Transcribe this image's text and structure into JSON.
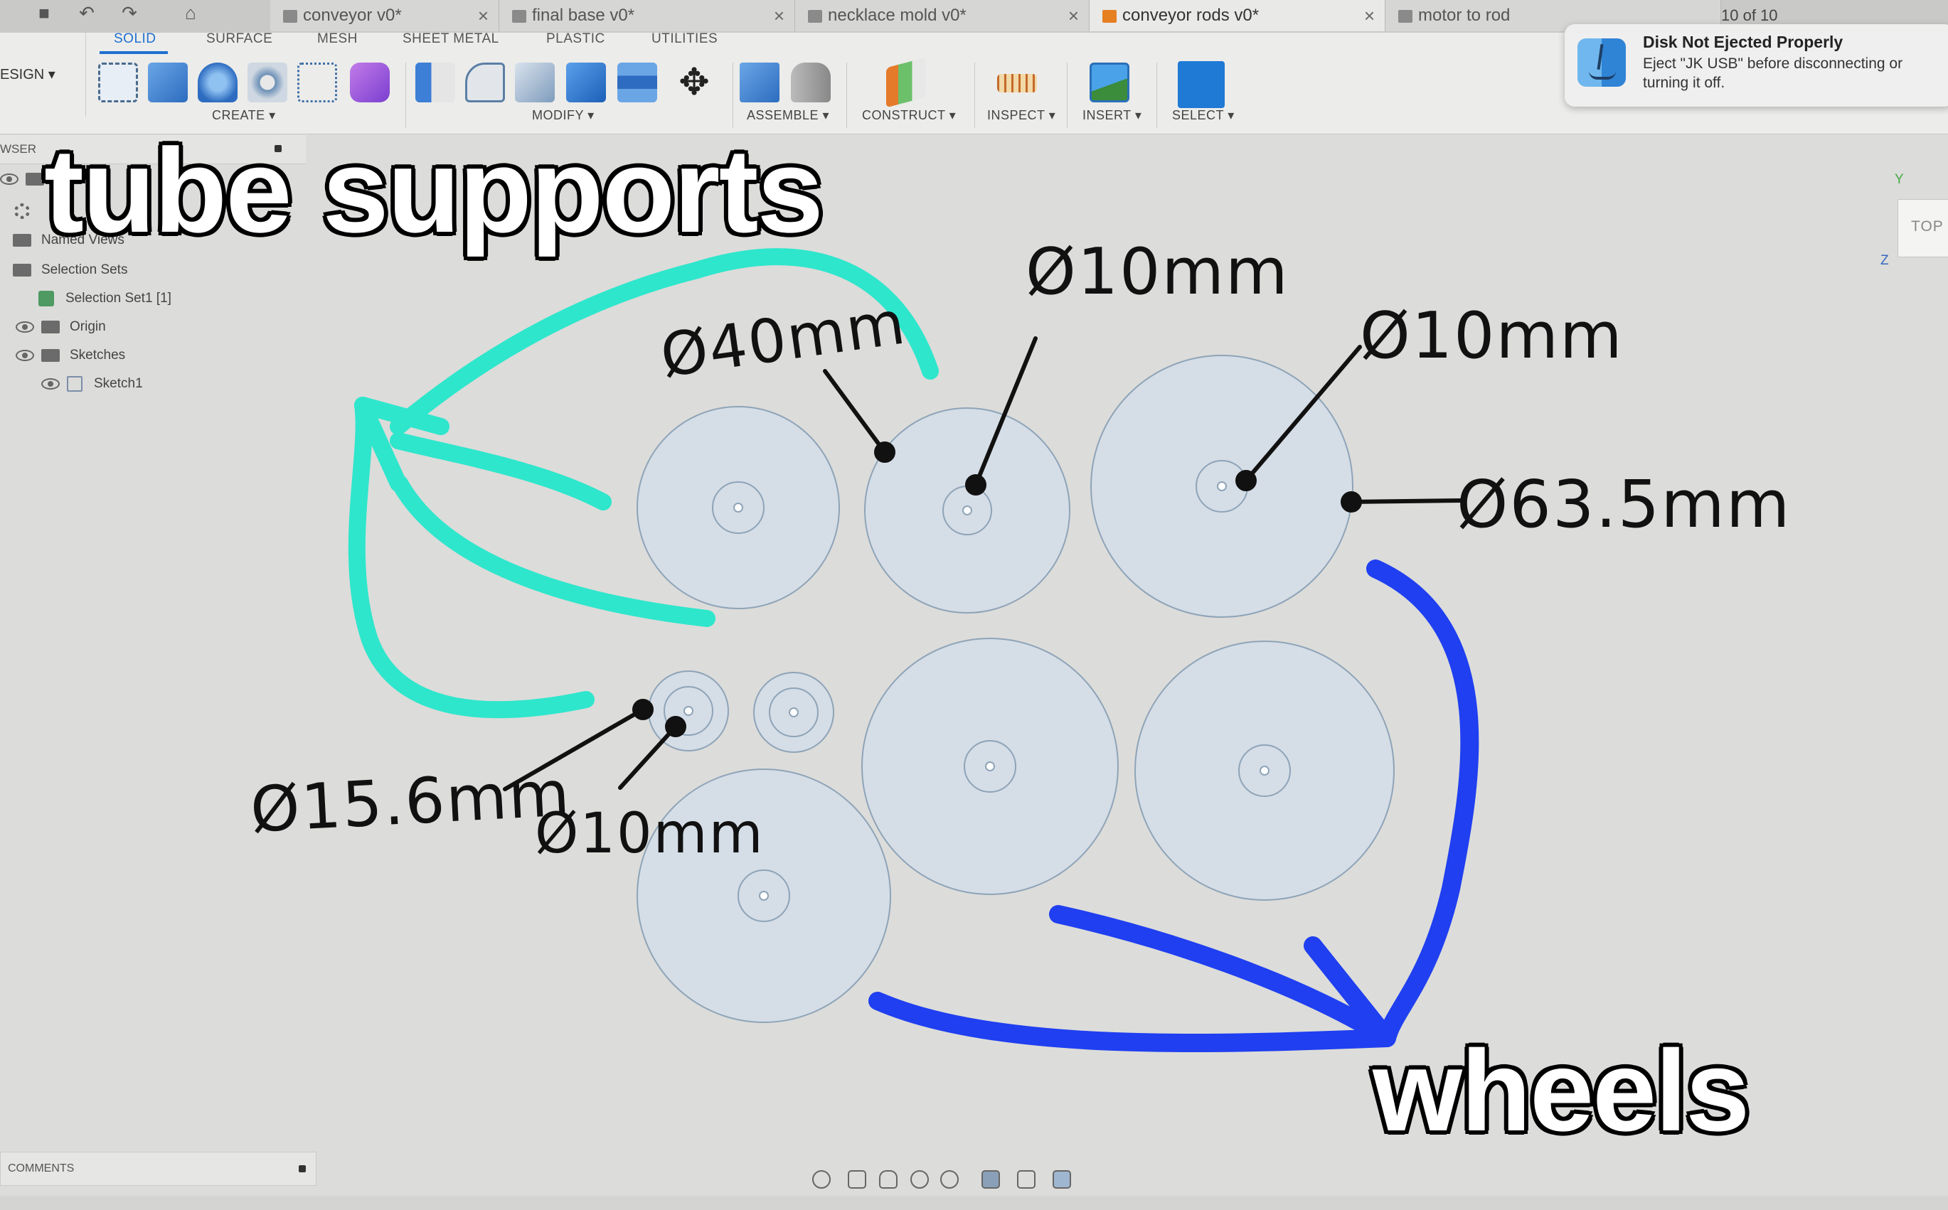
{
  "tabs": [
    {
      "label": "conveyor v0*",
      "active": false
    },
    {
      "label": "final base v0*",
      "active": false
    },
    {
      "label": "necklace mold v0*",
      "active": false
    },
    {
      "label": "conveyor rods v0*",
      "active": true
    },
    {
      "label": "motor to rod",
      "active": false
    }
  ],
  "tab_status": "10 of 10",
  "notification": {
    "title": "Disk Not Ejected Properly",
    "body": "Eject \"JK USB\" before disconnecting or turning it off."
  },
  "toolbar": {
    "workspace": "ESIGN ▾",
    "subtabs": [
      "SOLID",
      "SURFACE",
      "MESH",
      "SHEET METAL",
      "PLASTIC",
      "UTILITIES"
    ],
    "groups": [
      "CREATE ▾",
      "MODIFY ▾",
      "ASSEMBLE ▾",
      "CONSTRUCT ▾",
      "INSPECT ▾",
      "INSERT ▾",
      "SELECT ▾"
    ]
  },
  "browser": {
    "header": "WSER",
    "items": [
      "Named Views",
      "Selection Sets",
      "Selection Set1 [1]",
      "Origin",
      "Sketches",
      "Sketch1"
    ]
  },
  "viewcube": {
    "label": "TOP",
    "axis_y": "Y",
    "axis_z": "Z"
  },
  "comments": {
    "label": "COMMENTS"
  },
  "captions": {
    "tube_supports": "tube supports",
    "wheels": "wheels"
  },
  "annotations": {
    "d40": "Ø40mm",
    "d10_top": "Ø10mm",
    "d10_right": "Ø10mm",
    "d635": "Ø63.5mm",
    "d156": "Ø15.6mm",
    "d10_small": "Ø10mm"
  },
  "colors": {
    "tube_arrow": "#2ee6cc",
    "wheel_arrow": "#1f3ff0",
    "sketch_fill": "#d5dde6",
    "sketch_stroke": "#8ea4b8",
    "accent": "#1f6fd1"
  }
}
